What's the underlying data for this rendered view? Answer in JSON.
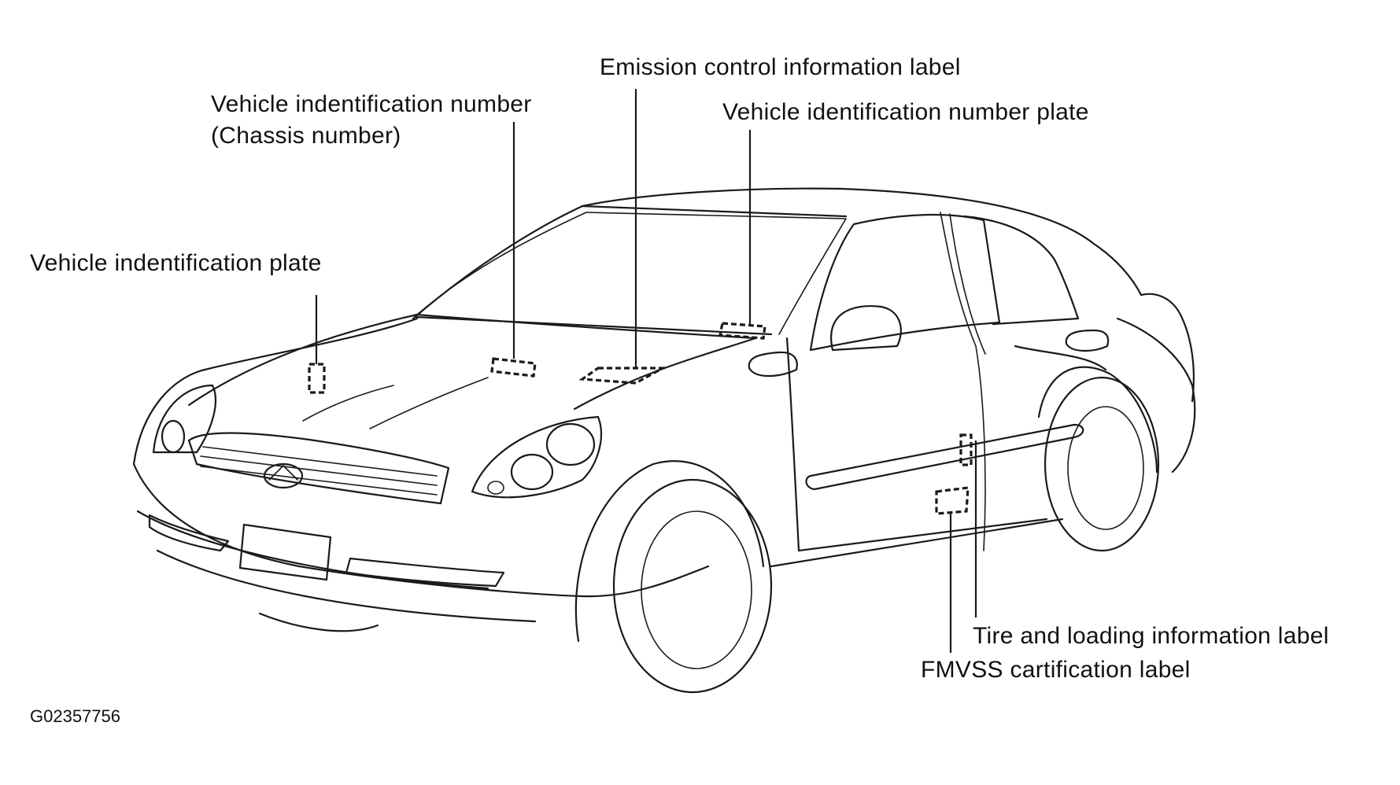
{
  "labels": {
    "vin_plate": "Vehicle indentification plate",
    "vin_chassis_line1": "Vehicle indentification number",
    "vin_chassis_line2": "(Chassis number)",
    "emission": "Emission control information label",
    "vin_number_plate": "Vehicle identification number plate",
    "tire_loading": "Tire and loading information label",
    "fmvss": "FMVSS cartification label"
  },
  "figure_code": "G02357756"
}
